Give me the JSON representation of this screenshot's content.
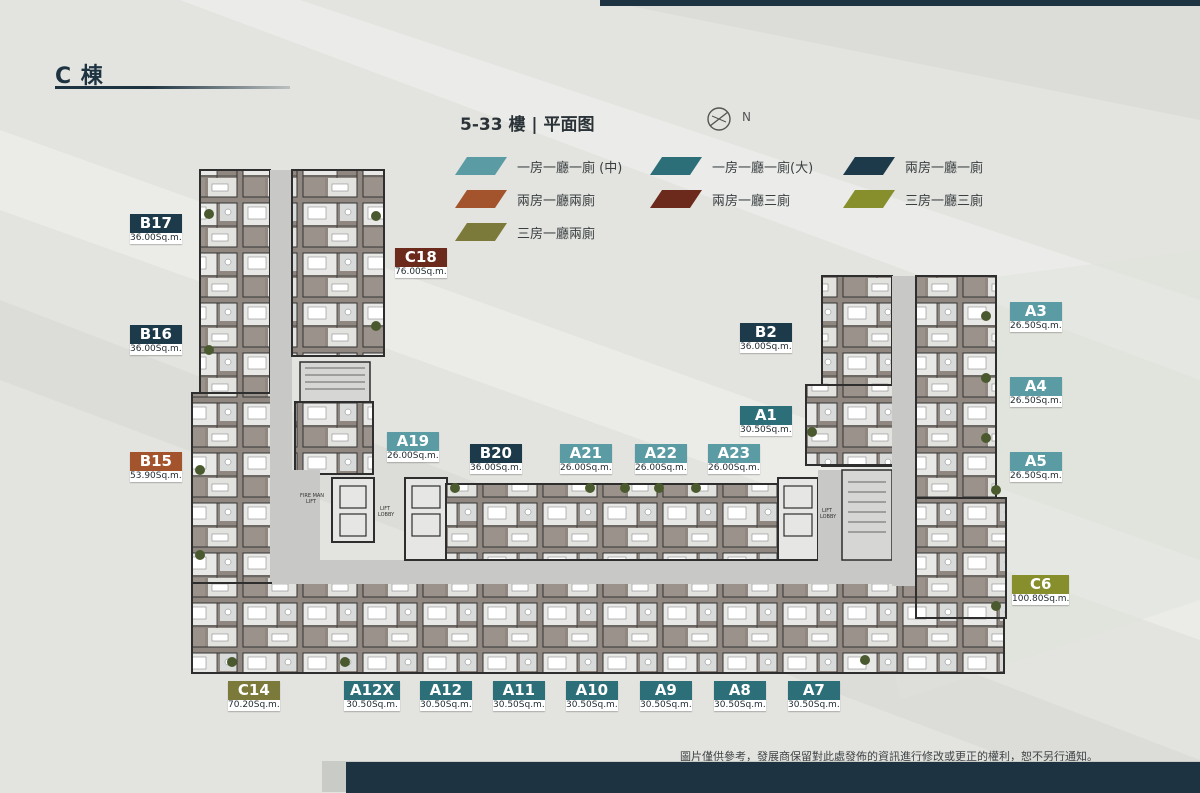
{
  "building_title": "C 棟",
  "subtitle": "5-33 樓 | 平面图",
  "compass_label": "N",
  "legend": [
    {
      "label": "一房一廳一廁 (中)",
      "color": "#5a9ba4"
    },
    {
      "label": "一房一廳一廁(大)",
      "color": "#2c6f79"
    },
    {
      "label": "兩房一廳一廁",
      "color": "#1d3a4a"
    },
    {
      "label": "兩房一廳兩廁",
      "color": "#a4542d"
    },
    {
      "label": "兩房一廳三廁",
      "color": "#6b2a1c"
    },
    {
      "label": "三房一廳三廁",
      "color": "#878e2c"
    },
    {
      "label": "三房一廳兩廁",
      "color": "#7c7a3a"
    }
  ],
  "units": [
    {
      "name": "B17",
      "area": "36.00Sq.m.",
      "color": "#1d3a4a"
    },
    {
      "name": "B16",
      "area": "36.00Sq.m.",
      "color": "#1d3a4a"
    },
    {
      "name": "B15",
      "area": "53.90Sq.m.",
      "color": "#a4542d"
    },
    {
      "name": "C18",
      "area": "76.00Sq.m.",
      "color": "#6b2a1c"
    },
    {
      "name": "B2",
      "area": "36.00Sq.m.",
      "color": "#1d3a4a"
    },
    {
      "name": "A1",
      "area": "30.50Sq.m.",
      "color": "#2c6f79"
    },
    {
      "name": "A3",
      "area": "26.50Sq.m.",
      "color": "#5a9ba4"
    },
    {
      "name": "A4",
      "area": "26.50Sq.m.",
      "color": "#5a9ba4"
    },
    {
      "name": "A5",
      "area": "26.50Sq.m.",
      "color": "#5a9ba4"
    },
    {
      "name": "C6",
      "area": "100.80Sq.m.",
      "color": "#878e2c"
    },
    {
      "name": "A19",
      "area": "26.00Sq.m.",
      "color": "#5a9ba4"
    },
    {
      "name": "B20",
      "area": "36.00Sq.m.",
      "color": "#1d3a4a"
    },
    {
      "name": "A21",
      "area": "26.00Sq.m.",
      "color": "#5a9ba4"
    },
    {
      "name": "A22",
      "area": "26.00Sq.m.",
      "color": "#5a9ba4"
    },
    {
      "name": "A23",
      "area": "26.00Sq.m.",
      "color": "#5a9ba4"
    },
    {
      "name": "C14",
      "area": "70.20Sq.m.",
      "color": "#7c7a3a"
    },
    {
      "name": "A12X",
      "area": "30.50Sq.m.",
      "color": "#2c6f79"
    },
    {
      "name": "A12",
      "area": "30.50Sq.m.",
      "color": "#2c6f79"
    },
    {
      "name": "A11",
      "area": "30.50Sq.m.",
      "color": "#2c6f79"
    },
    {
      "name": "A10",
      "area": "30.50Sq.m.",
      "color": "#2c6f79"
    },
    {
      "name": "A9",
      "area": "30.50Sq.m.",
      "color": "#2c6f79"
    },
    {
      "name": "A8",
      "area": "30.50Sq.m.",
      "color": "#2c6f79"
    },
    {
      "name": "A7",
      "area": "30.50Sq.m.",
      "color": "#2c6f79"
    }
  ],
  "plan_labels": {
    "fireman_lift": "FIRE MAN",
    "lift_word": "LIFT",
    "lift_lobby_1": "LIFT",
    "lift_lobby_2": "LOBBY"
  },
  "disclaimer": "圖片僅供參考，發展商保留對此處發佈的資訊進行修改或更正的權利，恕不另行通知。",
  "colors": {
    "background": "#e3e4df",
    "navy": "#1e3342",
    "floor": "#8f8780",
    "corridor": "#c8c9c7",
    "wall": "#3a3a3a"
  }
}
